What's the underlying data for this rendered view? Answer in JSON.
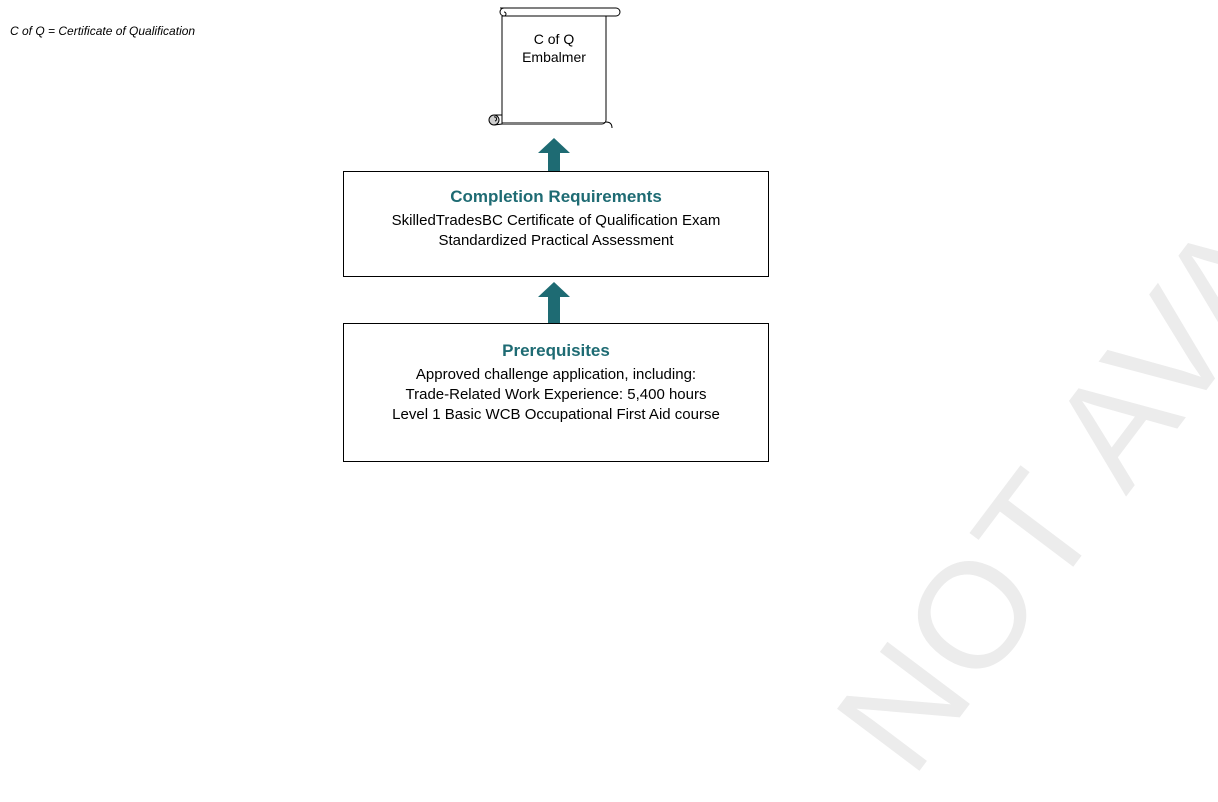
{
  "watermark": "NOT AVAILABLE",
  "legend": "C of Q = Certificate of Qualification",
  "certificate": {
    "line1": "C of Q",
    "line2": "Embalmer"
  },
  "completion": {
    "title": "Completion Requirements",
    "items": [
      "SkilledTradesBC Certificate of Qualification Exam",
      "Standardized Practical Assessment"
    ]
  },
  "prerequisites": {
    "title": "Prerequisites",
    "items": [
      "Approved challenge application, including:",
      "Trade-Related Work Experience: 5,400 hours",
      "Level 1 Basic WCB Occupational First Aid course"
    ]
  },
  "colors": {
    "accent": "#1e6b73",
    "arrow": "#1e6b73",
    "watermark": "#ececec"
  }
}
